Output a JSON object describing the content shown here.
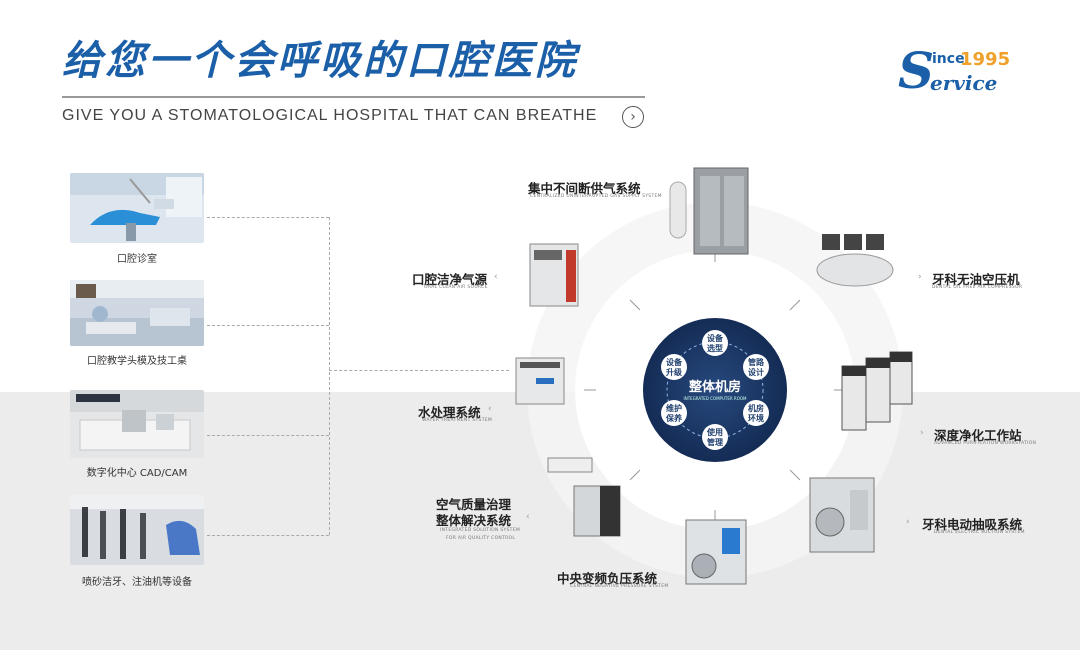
{
  "header": {
    "title": "给您一个会呼吸的口腔医院",
    "subtitle": "GIVE YOU A STOMATOLOGICAL HOSPITAL THAT CAN BREATHE",
    "arrow_icon": "chevron-right-icon"
  },
  "logo": {
    "letter": "S",
    "ince": "ince",
    "year": "1995",
    "ervice": "ervice"
  },
  "left_items": [
    {
      "label": "口腔诊室"
    },
    {
      "label": "口腔教学头模及技工桌"
    },
    {
      "label": "数字化中心 CAD/CAM"
    },
    {
      "label": "喷砂洁牙、注油机等设备"
    }
  ],
  "center": {
    "title": "整体机房",
    "subtitle": "INTEGRATED COMPUTER ROOM",
    "nodes": [
      {
        "text": "设备\n选型"
      },
      {
        "text": "管路\n设计"
      },
      {
        "text": "机房\n环境"
      },
      {
        "text": "使用\n管理"
      },
      {
        "text": "维护\n保养"
      },
      {
        "text": "设备\n升级"
      }
    ]
  },
  "systems": [
    {
      "cn": "集中不间断供气系统",
      "en": "CENTRALIZED UNINTERRUPTED GAS SUPPLY SYSTEM"
    },
    {
      "cn": "牙科无油空压机",
      "en": "DENTAL OIL FREE AIR COMPRESSOR"
    },
    {
      "cn": "深度净化工作站",
      "en": "ADVANCED PURIFICATION WORKSTATION"
    },
    {
      "cn": "牙科电动抽吸系统",
      "en": "DENTAL ELECTRIC SUCTION SYSTEM"
    },
    {
      "cn": "中央变频负压系统",
      "en": "CENTRAL NEGATIVE PRESSURE SYSTEM"
    },
    {
      "cn": "空气质量治理",
      "cn2": "整体解决系统",
      "en": "INTEGRATED SOLUTION SYSTEM",
      "en2": "FOR AIR QUALITY CONTROL"
    },
    {
      "cn": "水处理系统",
      "en": "WATER TREATMENT SYSTEM"
    },
    {
      "cn": "口腔洁净气源",
      "en": "ORAL CLEAN AIR SOURCE"
    }
  ],
  "colors": {
    "brand_blue": "#1a5fa8",
    "accent_orange": "#f0a12b",
    "center_navy": "#1c3a6b",
    "lower_bg": "#ececec"
  }
}
